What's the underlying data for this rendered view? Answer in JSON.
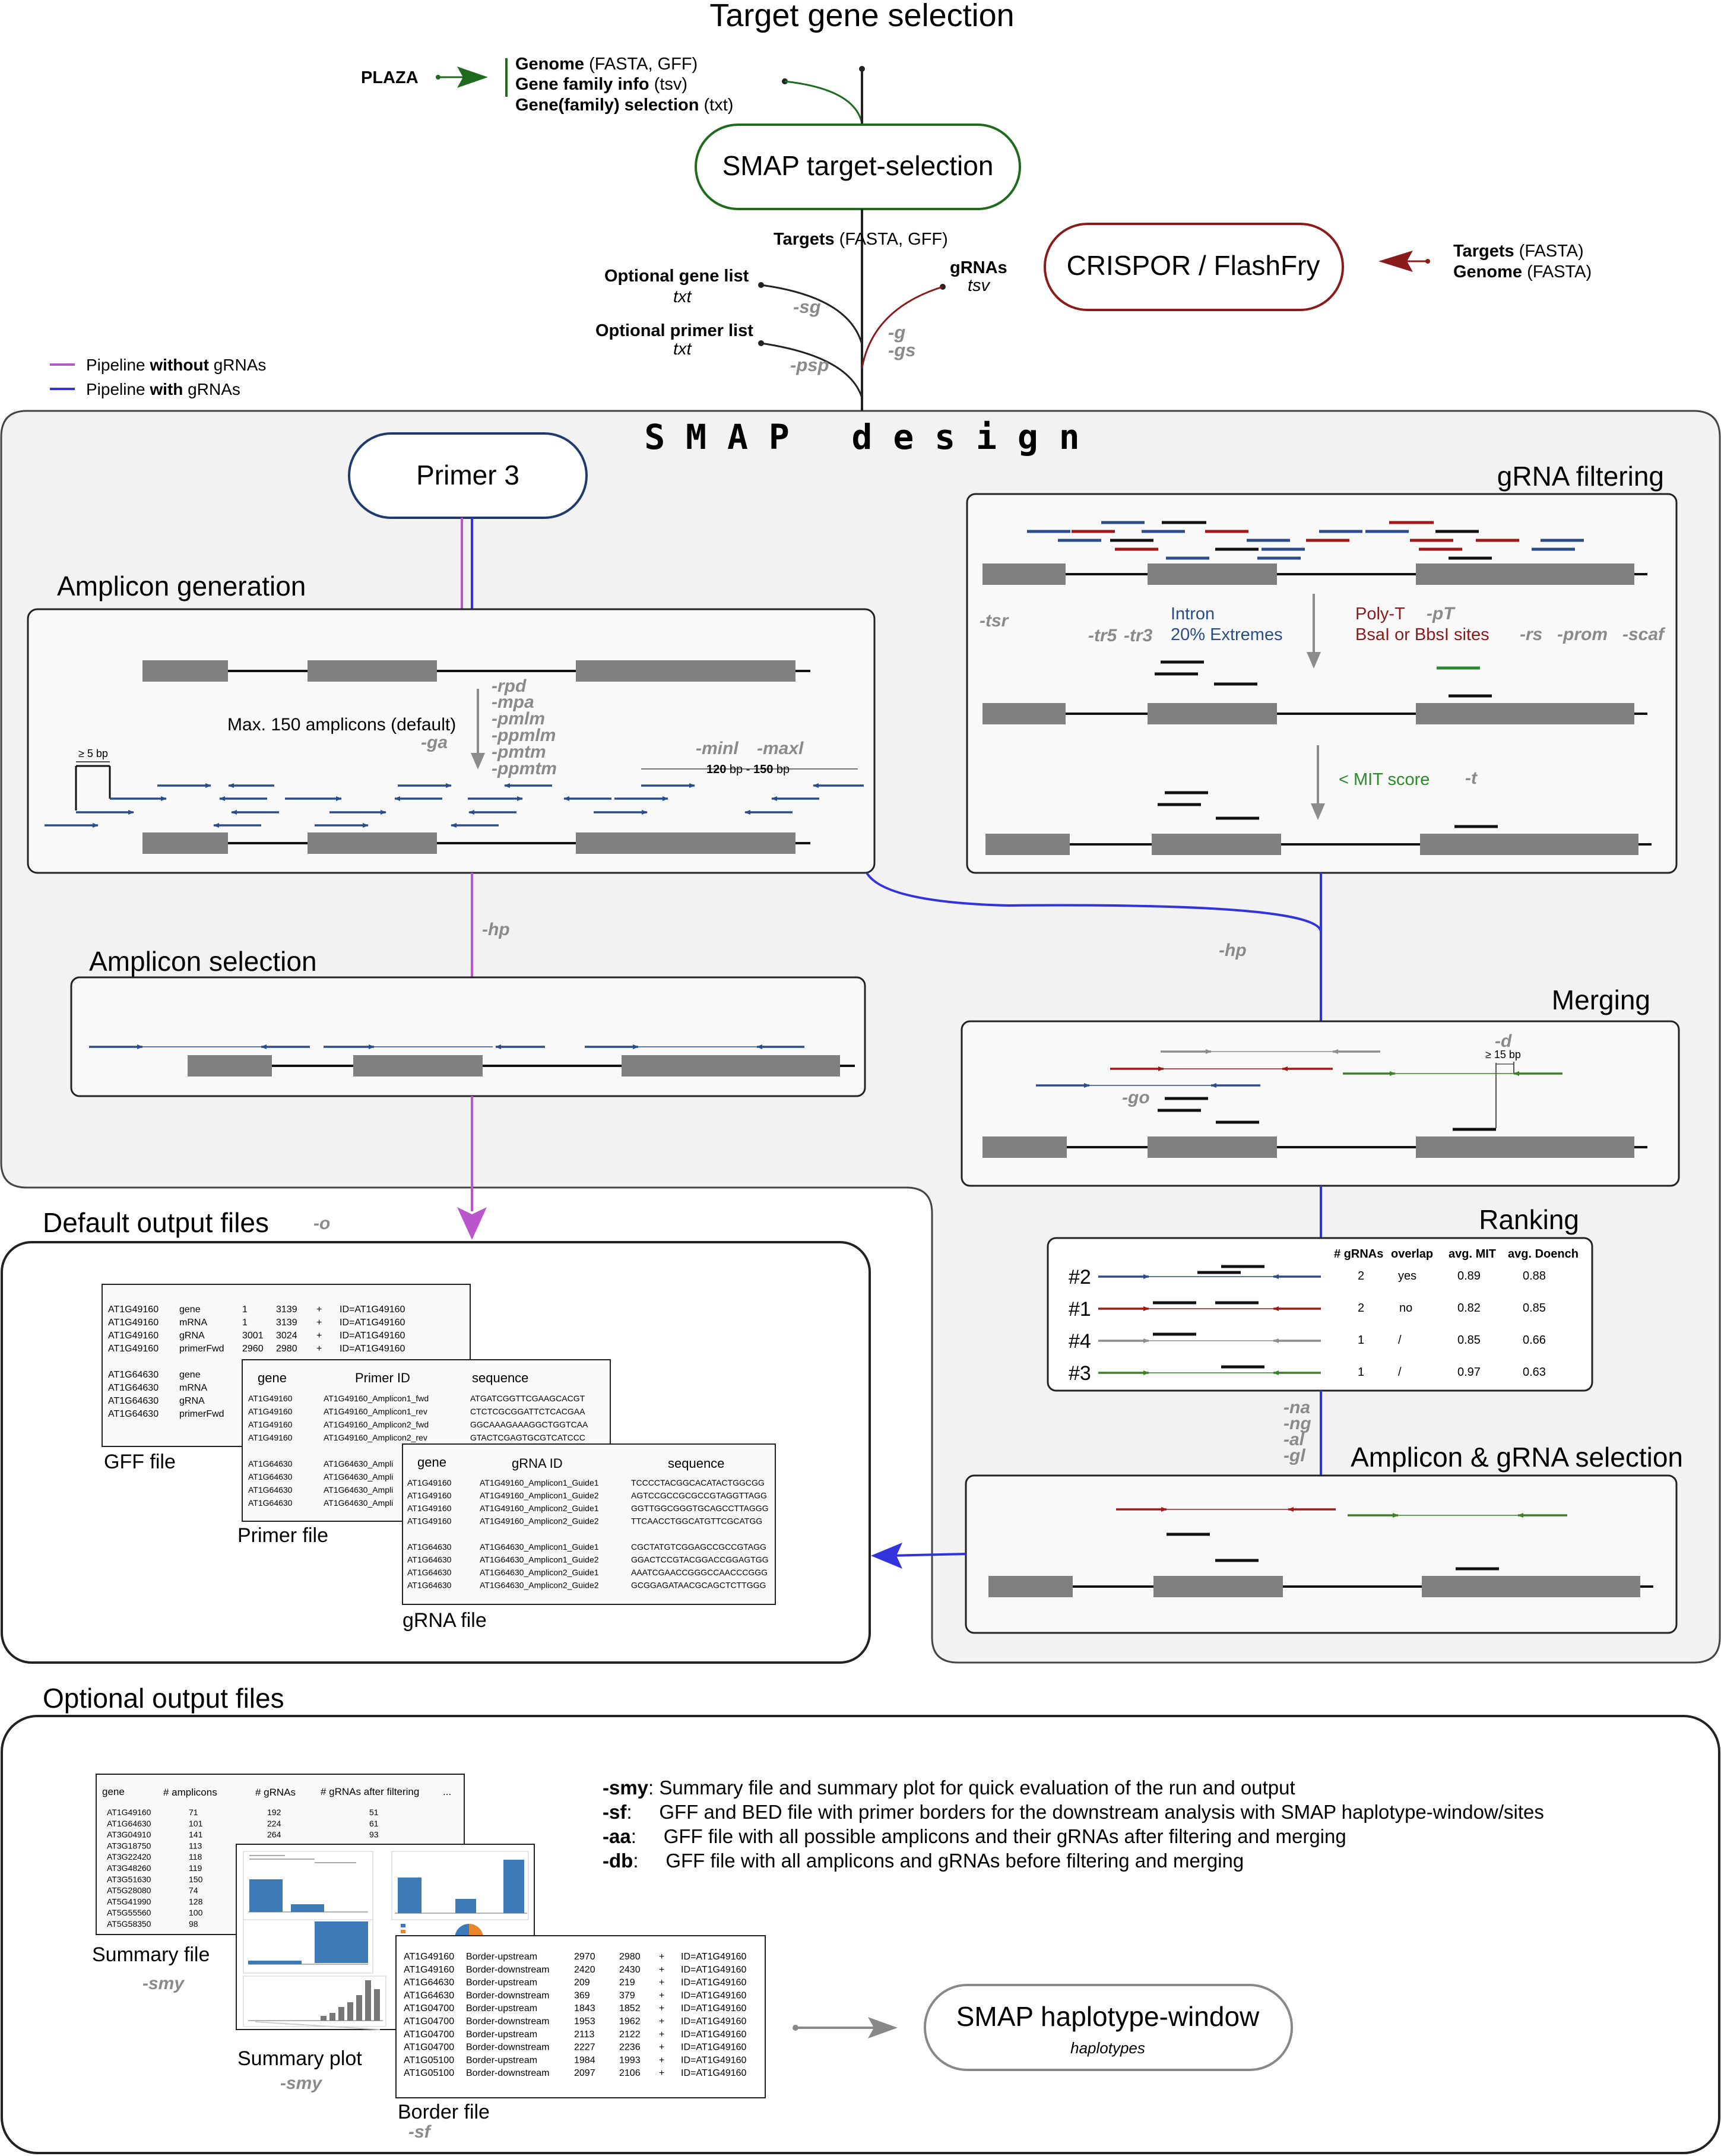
{
  "top": {
    "title": "Target gene selection",
    "plaza": "PLAZA",
    "inputs": [
      {
        "b": "Genome",
        "t": " (FASTA, GFF)"
      },
      {
        "b": "Gene family info",
        "t": " (tsv)"
      },
      {
        "b": "Gene(family) selection",
        "t": " (txt)"
      }
    ],
    "target_selection": "SMAP target-selection",
    "targets_b": "Targets",
    "targets_t": " (FASTA, GFF)",
    "gene_list": "Optional gene list",
    "gene_list_fmt": "txt",
    "primer_list": "Optional primer list",
    "primer_list_fmt": "txt",
    "opt_sg": "-sg",
    "opt_psp": "-psp",
    "grnas": "gRNAs",
    "grnas_fmt": "tsv",
    "opt_g": "-g",
    "opt_gs": "-gs",
    "crispor": "CRISPOR / FlashFry",
    "crispor_in_1b": "Targets",
    "crispor_in_1t": " (FASTA)",
    "crispor_in_2b": "Genome",
    "crispor_in_2t": " (FASTA)"
  },
  "legend": {
    "l1a": "Pipeline ",
    "l1b": "without",
    "l1c": " gRNAs",
    "l2a": "Pipeline ",
    "l2b": "with",
    "l2c": " gRNAs",
    "purple": "#bb55cc",
    "blue": "#3333dd"
  },
  "design": {
    "title": "S M A P   d e s i g n",
    "primer3": "Primer 3",
    "amp_gen": "Amplicon generation",
    "max_amp": "Max. 150 amplicons (default)",
    "opt_ga": "-ga",
    "opts_amp": [
      "-rpd",
      "-mpa",
      "-pmlm",
      "-ppmlm",
      "-pmtm",
      "-ppmtm"
    ],
    "opt_minl": "-minl",
    "opt_maxl": "-maxl",
    "len_range": {
      "a": "120",
      "b": " bp - ",
      "c": "150",
      "d": " bp"
    },
    "ge5": "≥ 5 bp",
    "opt_hp": "-hp",
    "amp_sel": "Amplicon selection",
    "grna_filter": "gRNA filtering",
    "opt_tsr": "-tsr",
    "opt_tr5": "-tr5",
    "opt_tr3": "-tr3",
    "intron": "Intron",
    "extremes": "20% Extremes",
    "polyt": "Poly-T",
    "opt_pt": "-pT",
    "bsai": "BsaI or BbsI sites",
    "opt_rs": "-rs",
    "opt_prom": "-prom",
    "opt_scaf": "-scaf",
    "mit": "< MIT score",
    "opt_t": "-t",
    "merging": "Merging",
    "opt_d": "-d",
    "ge15": "≥ 15 bp",
    "opt_go": "-go",
    "ranking": "Ranking",
    "rank_headers": [
      "# gRNAs",
      "overlap",
      "avg. MIT",
      "avg. Doench"
    ],
    "rank_rows": [
      {
        "id": "#2",
        "c": [
          "2",
          "yes",
          "0.89",
          "0.88"
        ],
        "color": "#2a4d8a"
      },
      {
        "id": "#1",
        "c": [
          "2",
          "no",
          "0.82",
          "0.85"
        ],
        "color": "#a01818"
      },
      {
        "id": "#4",
        "c": [
          "1",
          "/",
          "0.85",
          "0.66"
        ],
        "color": "#8c8c8c"
      },
      {
        "id": "#3",
        "c": [
          "1",
          "/",
          "0.97",
          "0.63"
        ],
        "color": "#3f7f2a"
      }
    ],
    "opts_sel": [
      "-na",
      "-ng",
      "-al",
      "-gl"
    ],
    "amp_grna_sel": "Amplicon & gRNA selection"
  },
  "default_out": {
    "title": "Default output files",
    "opt_o": "-o",
    "gff_rows": [
      [
        "AT1G49160",
        "gene",
        "1",
        "3139",
        "+",
        "ID=AT1G49160"
      ],
      [
        "AT1G49160",
        "mRNA",
        "1",
        "3139",
        "+",
        "ID=AT1G49160"
      ],
      [
        "AT1G49160",
        "gRNA",
        "3001",
        "3024",
        "+",
        "ID=AT1G49160"
      ],
      [
        "AT1G49160",
        "primerFwd",
        "2960",
        "2980",
        "+",
        "ID=AT1G49160"
      ],
      [
        "AT1G64630",
        "gene",
        "",
        "",
        "",
        ""
      ],
      [
        "AT1G64630",
        "mRNA",
        "",
        "",
        "",
        ""
      ],
      [
        "AT1G64630",
        "gRNA",
        "",
        "",
        "",
        ""
      ],
      [
        "AT1G64630",
        "primerFwd",
        "",
        "",
        "",
        ""
      ]
    ],
    "gff_label": "GFF file",
    "primer_headers": [
      "gene",
      "Primer ID",
      "sequence"
    ],
    "primer_rows": [
      [
        "AT1G49160",
        "AT1G49160_Amplicon1_fwd",
        "ATGATCGGTTCGAAGCACGT"
      ],
      [
        "AT1G49160",
        "AT1G49160_Amplicon1_rev",
        "CTCTCGCGGATTCTCACGAA"
      ],
      [
        "AT1G49160",
        "AT1G49160_Amplicon2_fwd",
        "GGCAAAGAAAGGCTGGTCAA"
      ],
      [
        "AT1G49160",
        "AT1G49160_Amplicon2_rev",
        "GTACTCGAGTGCGTCATCCC"
      ],
      [
        "AT1G64630",
        "AT1G64630_Ampli",
        ""
      ],
      [
        "AT1G64630",
        "AT1G64630_Ampli",
        ""
      ],
      [
        "AT1G64630",
        "AT1G64630_Ampli",
        ""
      ],
      [
        "AT1G64630",
        "AT1G64630_Ampli",
        ""
      ]
    ],
    "primer_label": "Primer file",
    "grna_headers": [
      "gene",
      "gRNA ID",
      "sequence"
    ],
    "grna_rows": [
      [
        "AT1G49160",
        "AT1G49160_Amplicon1_Guide1",
        "TCCCCTACGGCACATACTGGCGG"
      ],
      [
        "AT1G49160",
        "AT1G49160_Amplicon1_Guide2",
        "AGTCCGCCGCGCCGTAGGTTAGG"
      ],
      [
        "AT1G49160",
        "AT1G49160_Amplicon2_Guide1",
        "GGTTGGCGGGTGCAGCCTTAGGG"
      ],
      [
        "AT1G49160",
        "AT1G49160_Amplicon2_Guide2",
        "TTCAACCTGGCATGTTCGCATGG"
      ],
      [
        "AT1G64630",
        "AT1G64630_Amplicon1_Guide1",
        "CGCTATGTCGGAGCCGCCGTAGG"
      ],
      [
        "AT1G64630",
        "AT1G64630_Amplicon1_Guide2",
        "GGACTCCGTACGGACCGGAGTGG"
      ],
      [
        "AT1G64630",
        "AT1G64630_Amplicon2_Guide1",
        "AAATCGAACCGGGCCAACCCGGG"
      ],
      [
        "AT1G64630",
        "AT1G64630_Amplicon2_Guide2",
        "GCGGAGATAACGCAGCTCTTGGG"
      ]
    ],
    "grna_label": "gRNA file"
  },
  "optional_out": {
    "title": "Optional output files",
    "summary_headers": [
      "gene",
      "# amplicons",
      "# gRNAs",
      "# gRNAs after filtering",
      "..."
    ],
    "summary_rows": [
      [
        "AT1G49160",
        "71",
        "192",
        "51"
      ],
      [
        "AT1G64630",
        "101",
        "224",
        "61"
      ],
      [
        "AT3G04910",
        "141",
        "264",
        "93"
      ],
      [
        "AT3G18750",
        "113",
        "",
        ""
      ],
      [
        "AT3G22420",
        "118",
        "",
        ""
      ],
      [
        "AT3G48260",
        "119",
        "",
        ""
      ],
      [
        "AT3G51630",
        "150",
        "",
        ""
      ],
      [
        "AT5G28080",
        "74",
        "",
        ""
      ],
      [
        "AT5G41990",
        "128",
        "",
        ""
      ],
      [
        "AT5G55560",
        "100",
        "",
        ""
      ],
      [
        "AT5G58350",
        "98",
        "",
        ""
      ]
    ],
    "summary_label": "Summary file",
    "opt_smy": "-smy",
    "plot_label": "Summary plot",
    "border_rows": [
      [
        "AT1G49160",
        "Border-upstream",
        "2970",
        "2980",
        "+",
        "ID=AT1G49160"
      ],
      [
        "AT1G49160",
        "Border-downstream",
        "2420",
        "2430",
        "+",
        "ID=AT1G49160"
      ],
      [
        "AT1G64630",
        "Border-upstream",
        "209",
        "219",
        "+",
        "ID=AT1G49160"
      ],
      [
        "AT1G64630",
        "Border-downstream",
        "369",
        "379",
        "+",
        "ID=AT1G49160"
      ],
      [
        "AT1G04700",
        "Border-upstream",
        "1843",
        "1852",
        "+",
        "ID=AT1G49160"
      ],
      [
        "AT1G04700",
        "Border-downstream",
        "1953",
        "1962",
        "+",
        "ID=AT1G49160"
      ],
      [
        "AT1G04700",
        "Border-upstream",
        "2113",
        "2122",
        "+",
        "ID=AT1G49160"
      ],
      [
        "AT1G04700",
        "Border-downstream",
        "2227",
        "2236",
        "+",
        "ID=AT1G49160"
      ],
      [
        "AT1G05100",
        "Border-upstream",
        "1984",
        "1993",
        "+",
        "ID=AT1G49160"
      ],
      [
        "AT1G05100",
        "Border-downstream",
        "2097",
        "2106",
        "+",
        "ID=AT1G49160"
      ]
    ],
    "border_label": "Border file",
    "opt_sf": "-sf",
    "desc": [
      {
        "f": "-smy",
        "t": ": Summary file and summary plot for quick evaluation of the run and output"
      },
      {
        "f": "-sf",
        "t": ":     GFF and BED file with primer borders for the downstream analysis with SMAP haplotype-window/sites"
      },
      {
        "f": "-aa",
        "t": ":     GFF file with all possible amplicons and their gRNAs after filtering and merging"
      },
      {
        "f": "-db",
        "t": ":     GFF file with all amplicons and gRNAs before filtering and merging"
      }
    ],
    "haplo": "SMAP haplotype-window",
    "haplo_sub": "haplotypes"
  }
}
